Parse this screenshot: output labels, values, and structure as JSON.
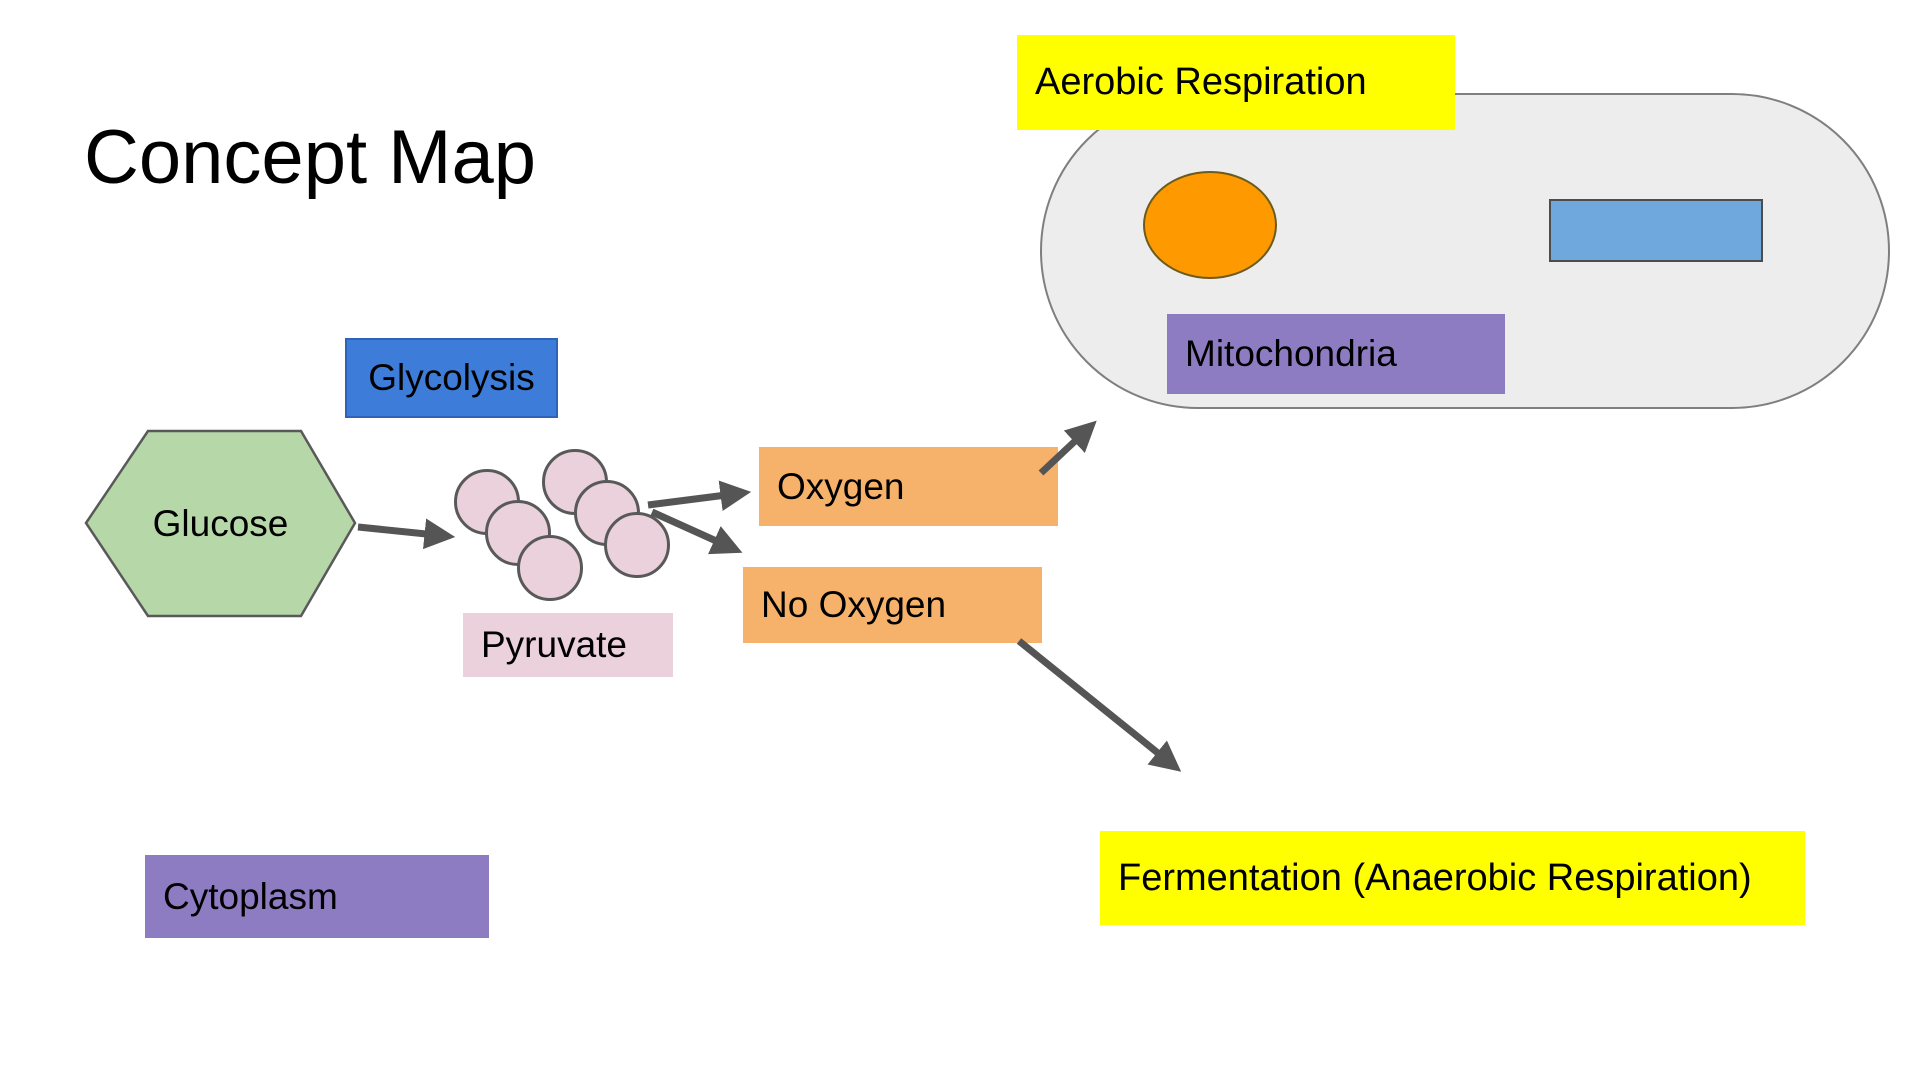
{
  "title": "Concept Map",
  "canvas": {
    "background": "#ffffff"
  },
  "nodes": {
    "aerobic": {
      "label": "Aerobic Respiration",
      "fill": "#ffff00"
    },
    "glycolysis": {
      "label": "Glycolysis",
      "fill": "#3d7cd8"
    },
    "glucose": {
      "label": "Glucose",
      "fill": "#b6d7a8"
    },
    "pyruvate": {
      "label": "Pyruvate",
      "fill": "#ead1dc"
    },
    "oxygen": {
      "label": "Oxygen",
      "fill": "#f6b26b"
    },
    "no_oxygen": {
      "label": "No Oxygen",
      "fill": "#f6b26b"
    },
    "mitochondria": {
      "label": "Mitochondria",
      "fill": "#8e7cc3"
    },
    "cytoplasm": {
      "label": "Cytoplasm",
      "fill": "#8e7cc3"
    },
    "fermentation": {
      "label": "Fermentation (Anaerobic Respiration)",
      "fill": "#ffff00"
    }
  },
  "shapes": {
    "cell_outline": {
      "fill": "#ededed",
      "border": "#7f7f7f"
    },
    "orange_ellipse": {
      "fill": "#ff9900"
    },
    "blue_rectangle": {
      "fill": "#6fa8dc"
    },
    "pyruvate_molecules": {
      "count": 6,
      "fill": "#ead1dc"
    }
  },
  "arrows": {
    "color": "#555555",
    "connections": [
      "Glucose -> Pyruvate molecules",
      "Pyruvate molecules -> Oxygen",
      "Pyruvate molecules -> No Oxygen",
      "Oxygen -> Cell (Aerobic Respiration)",
      "No Oxygen -> Fermentation (Anaerobic Respiration)"
    ]
  }
}
